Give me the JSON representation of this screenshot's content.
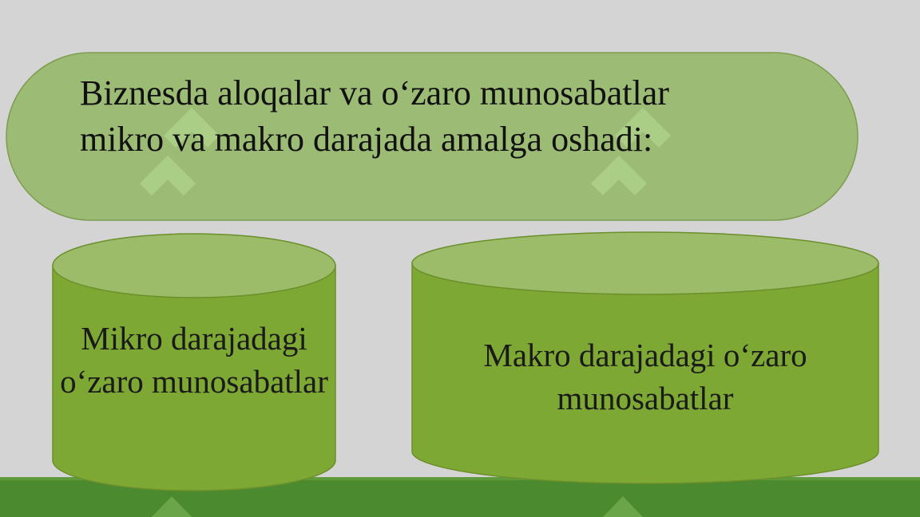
{
  "title": {
    "line1": "Biznesda aloqalar va o‘zaro munosabatlar",
    "line2": "mikro va makro darajada amalga oshadi:"
  },
  "micro": {
    "label": "Mikro darajadagi o‘zaro munosabatlar"
  },
  "macro": {
    "label": "Makro darajadagi o‘zaro munosabatlar"
  },
  "colors": {
    "background": "#d4d4d4",
    "oval_fill": "#9cbb74",
    "cylinder_body": "#7ea834",
    "cylinder_top": "#9cbc6a",
    "outline": "#6b8f2a",
    "bottom_band": "#4c8a30",
    "watermark": "#b6e08c"
  }
}
